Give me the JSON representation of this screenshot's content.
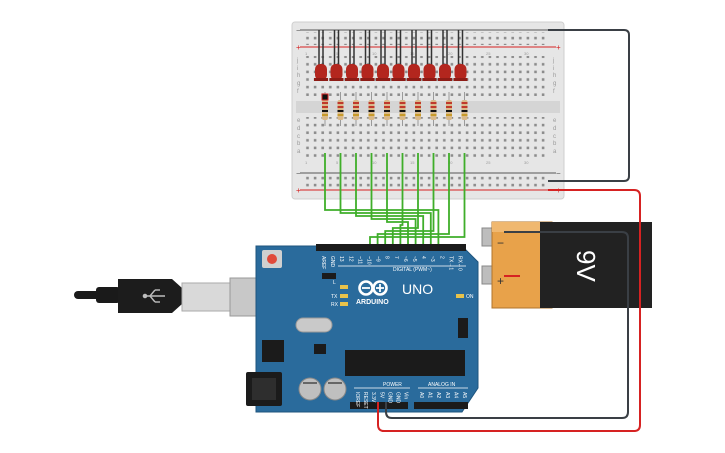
{
  "battery": {
    "label": "9V",
    "terminal_neg": "−",
    "terminal_pos": "+"
  },
  "arduino": {
    "brand": "ARDUINO",
    "model": "UNO",
    "digital_header": "DIGITAL (PWM~)",
    "analog_header": "ANALOG IN",
    "power_header": "POWER",
    "on_label": "ON",
    "tx_label": "TX",
    "rx_label": "RX",
    "l_label": "L",
    "digital_pins": [
      "AREF",
      "GND",
      "13",
      "12",
      "~11",
      "~10",
      "~9",
      "8",
      "7",
      "~6",
      "~5",
      "4",
      "~3",
      "2",
      "TX→1",
      "RX←0"
    ],
    "power_pins": [
      "IOREF",
      "RESET",
      "3.3V",
      "5V",
      "GND",
      "GND",
      "Vin"
    ],
    "analog_pins": [
      "A0",
      "A1",
      "A2",
      "A3",
      "A4",
      "A5"
    ]
  },
  "breadboard": {
    "rows_top": [
      "j",
      "i",
      "h",
      "g",
      "f"
    ],
    "rows_bottom": [
      "e",
      "d",
      "c",
      "b",
      "a"
    ],
    "rail_minus": "−",
    "rail_plus": "+",
    "columns": [
      "1",
      "5",
      "10",
      "15",
      "20",
      "25",
      "30"
    ]
  },
  "colors": {
    "board": "#2a6b9c",
    "wire_green": "#3fae2a",
    "wire_red": "#d62222",
    "wire_black": "#3a3f45",
    "led": "#b3261e",
    "battery_gold": "#e8a24a",
    "battery_black": "#222222"
  }
}
